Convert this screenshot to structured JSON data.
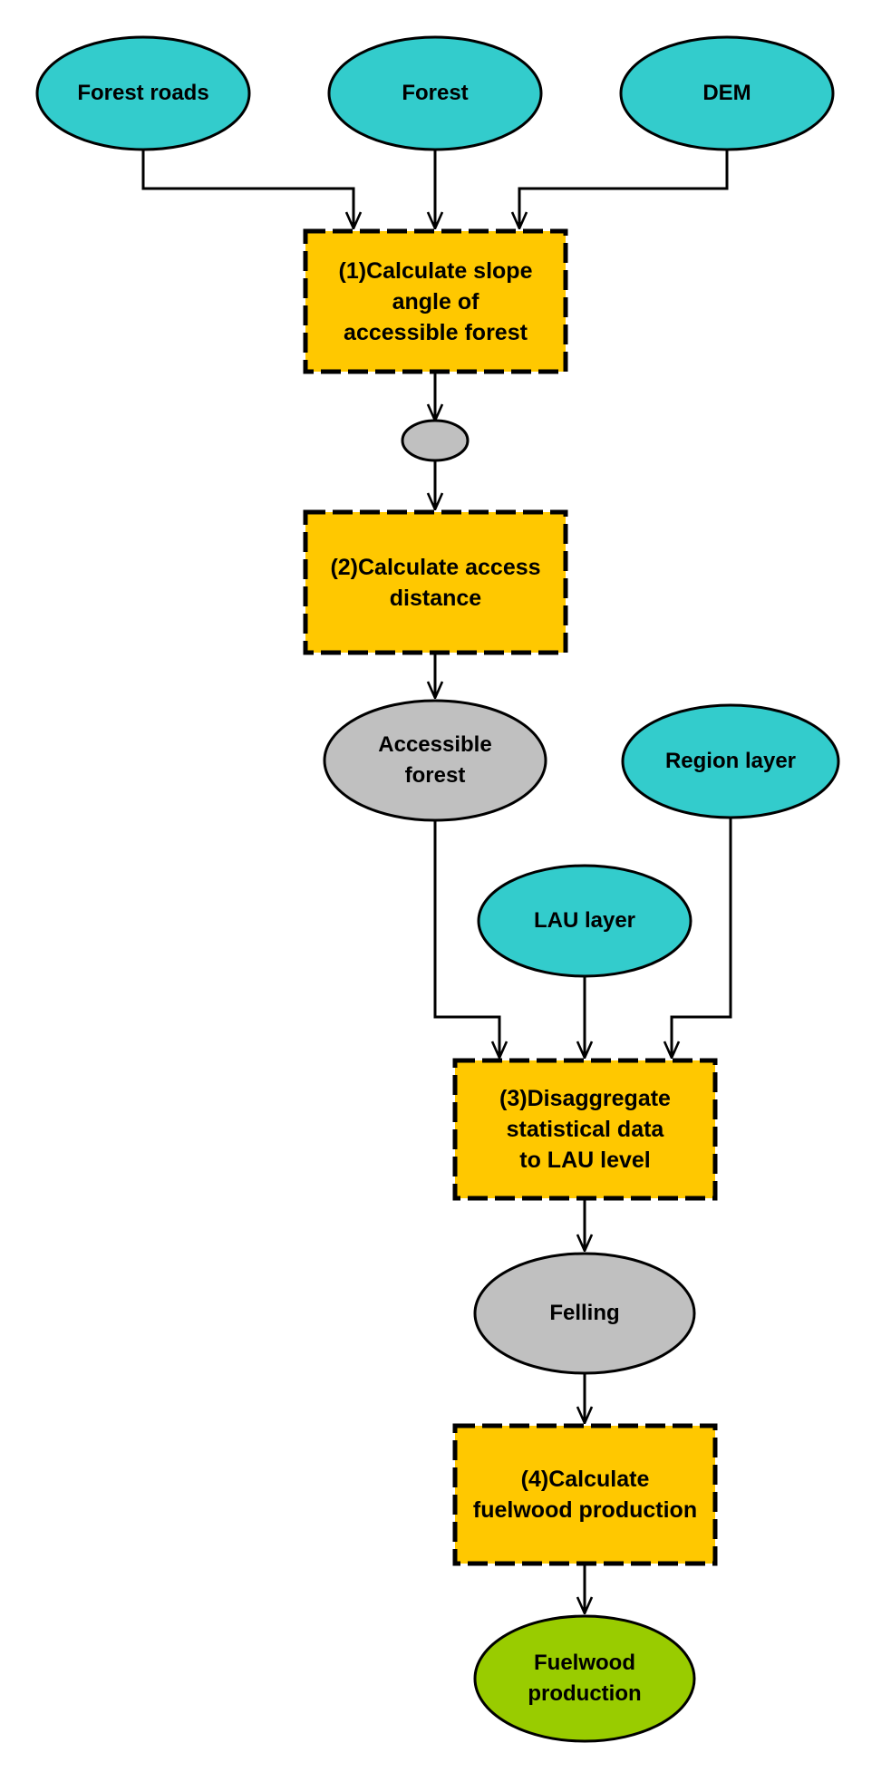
{
  "nodes": {
    "forest_roads": {
      "text": "Forest roads",
      "color": "#33cccc"
    },
    "forest": {
      "text": "Forest",
      "color": "#33cccc"
    },
    "dem": {
      "text": "DEM",
      "color": "#33cccc"
    },
    "step1": {
      "lines": [
        "(1)Calculate slope",
        "angle of",
        "accessible forest"
      ],
      "color": "#ffc800"
    },
    "intermediate": {
      "text": "",
      "color": "#c0c0c0"
    },
    "step2": {
      "lines": [
        "(2)Calculate access",
        "distance"
      ],
      "color": "#ffc800"
    },
    "accessible_forest": {
      "lines": [
        "Accessible",
        "forest"
      ],
      "color": "#c0c0c0"
    },
    "region_layer": {
      "text": "Region layer",
      "color": "#33cccc"
    },
    "lau_layer": {
      "text": "LAU layer",
      "color": "#33cccc"
    },
    "step3": {
      "lines": [
        "(3)Disaggregate",
        "statistical data",
        "to LAU level"
      ],
      "color": "#ffc800"
    },
    "felling": {
      "text": "Felling",
      "color": "#c0c0c0"
    },
    "step4": {
      "lines": [
        "(4)Calculate",
        "fuelwood production"
      ],
      "color": "#ffc800"
    },
    "fuelwood_production": {
      "lines": [
        "Fuelwood",
        "production"
      ],
      "color": "#99cc00"
    }
  }
}
